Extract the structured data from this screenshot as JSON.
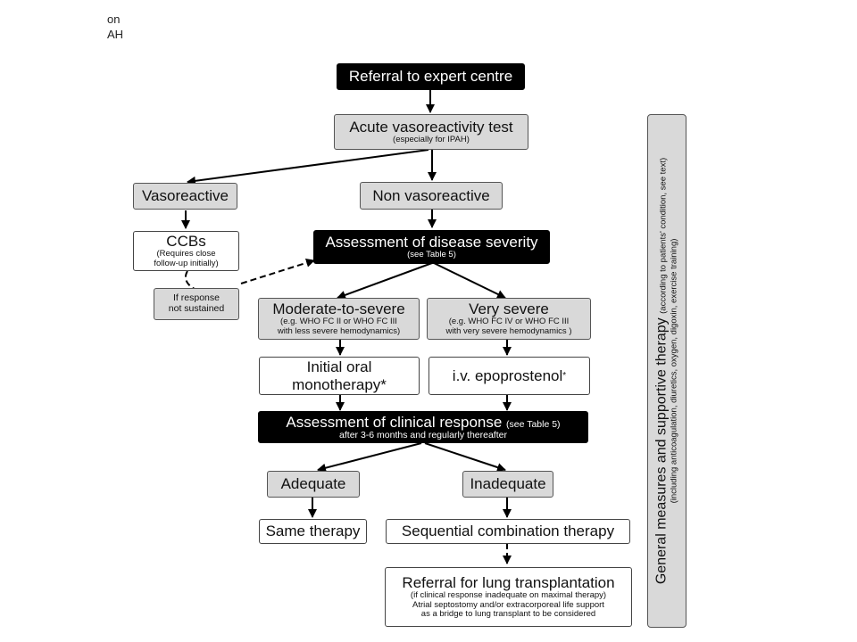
{
  "header": {
    "line1": "on",
    "line2": "AH"
  },
  "nodes": {
    "referral": "Referral to expert centre",
    "acute_test": "Acute vasoreactivity test",
    "acute_test_note": "(especially for IPAH)",
    "vasoreactive": "Vasoreactive",
    "non_vasoreactive": "Non vasoreactive",
    "ccbs": "CCBs",
    "ccbs_note_1": "(Requires close",
    "ccbs_note_2": "follow-up initially)",
    "assessment_severity": "Assessment of disease severity",
    "assessment_severity_note": "(see Table 5)",
    "if_response_1": "If response",
    "if_response_2": "not sustained",
    "moderate": "Moderate-to-severe",
    "moderate_note_1": "(e.g. WHO FC II or WHO FC III",
    "moderate_note_2": "with less severe hemodynamics)",
    "very_severe": "Very severe",
    "very_severe_note_1": "(e.g. WHO FC IV or WHO FC III",
    "very_severe_note_2": "with very severe hemodynamics )",
    "oral_mono_1": "Initial oral",
    "oral_mono_2": "monotherapy*",
    "epoprostenol": "i.v. epoprostenol",
    "epoprostenol_mark": "*",
    "clinical_response": "Assessment of clinical response",
    "clinical_response_ref": "(see Table 5)",
    "clinical_response_note": "after 3-6 months and regularly thereafter",
    "adequate": "Adequate",
    "inadequate": "Inadequate",
    "same_therapy": "Same therapy",
    "sequential": "Sequential combination therapy",
    "lung_tx": "Referral for lung transplantation",
    "lung_tx_note_1": "(if clinical response inadequate on maximal therapy)",
    "lung_tx_note_2": "Atrial septostomy and/or extracorporeal life support",
    "lung_tx_note_3": "as a bridge to lung transplant to be considered"
  },
  "sidebar": {
    "title": "General measures and supportive therapy",
    "title_note": "(according to patients' condition, see text)",
    "sub": "(including anticoagulation, diuretics, oxygen, digoxin, exercise training)"
  }
}
